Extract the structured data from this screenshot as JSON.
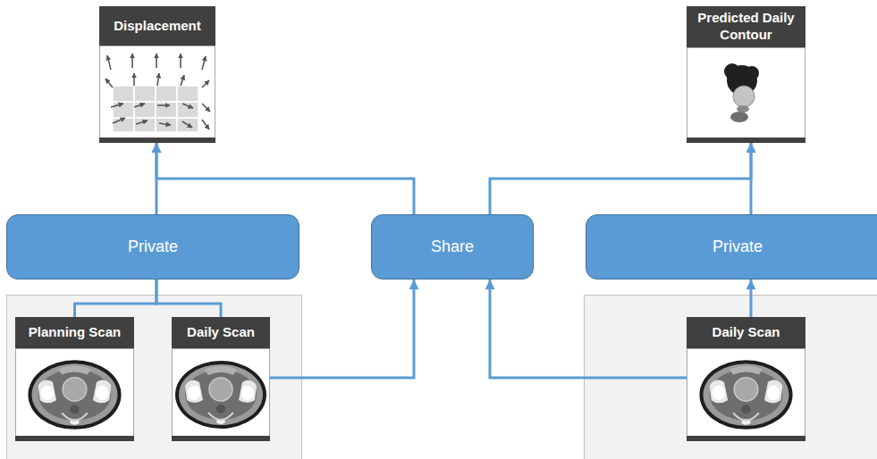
{
  "diagram": {
    "nodes": [
      {
        "text": [
          "Displacement"
        ]
      },
      {
        "text": [
          "Predicted Daily Contour"
        ]
      },
      {
        "text": [
          "Private"
        ]
      },
      {
        "text": [
          "Share"
        ]
      },
      {
        "text": [
          "Private"
        ]
      },
      {
        "text": [
          "Planning Scan"
        ]
      },
      {
        "text": [
          "Daily Scan"
        ]
      },
      {
        "text": [
          "Daily Scan"
        ]
      }
    ],
    "edges": [
      {
        "from": 2,
        "to": 0,
        "arrow": "to"
      },
      {
        "from": 3,
        "to": 0,
        "arrow": "to"
      },
      {
        "from": 3,
        "to": 1,
        "arrow": "to"
      },
      {
        "from": 4,
        "to": 1,
        "arrow": "to"
      },
      {
        "from": 5,
        "to": 2,
        "arrow": "none"
      },
      {
        "from": 6,
        "to": 2,
        "arrow": "none"
      },
      {
        "from": 6,
        "to": 3,
        "arrow": "to"
      },
      {
        "from": 7,
        "to": 3,
        "arrow": "to"
      },
      {
        "from": 7,
        "to": 4,
        "arrow": "to"
      }
    ]
  }
}
